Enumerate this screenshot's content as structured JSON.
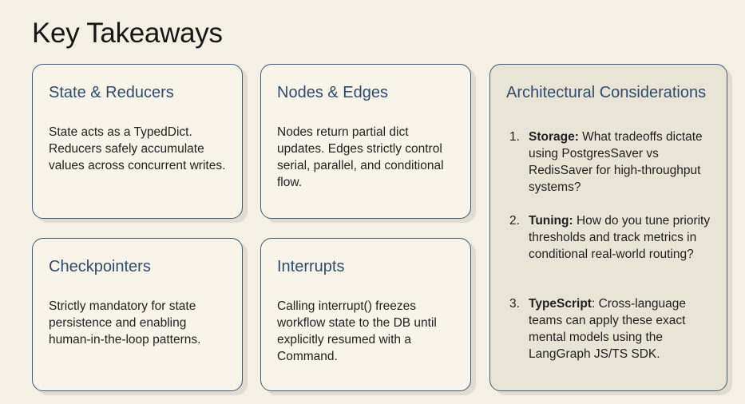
{
  "page": {
    "title": "Key Takeaways"
  },
  "cards": [
    {
      "title": "State & Reducers",
      "body": "State acts as a TypedDict. Reducers safely accumulate values across concurrent writes."
    },
    {
      "title": "Nodes & Edges",
      "body": "Nodes return partial dict updates. Edges strictly control serial, parallel, and conditional flow."
    },
    {
      "title": "Checkpointers",
      "body": "Strictly mandatory for state persistence and enabling human-in-the-loop patterns."
    },
    {
      "title": "Interrupts",
      "body": "Calling interrupt() freezes workflow state to the DB until explicitly resumed with a Command."
    }
  ],
  "architecture": {
    "title": "Architectural Considerations",
    "items": [
      {
        "number": "1.",
        "label": "Storage:",
        "text": " What tradeoffs dictate using PostgresSaver vs RedisSaver for high-throughput systems?"
      },
      {
        "number": "2.",
        "label": "Tuning:",
        "text": " How do you tune priority thresholds and track metrics in conditional real-world routing?"
      },
      {
        "number": "3.",
        "label": "TypeScript",
        "text": ": Cross-language teams can apply these exact mental models using the LangGraph JS/TS SDK."
      }
    ]
  }
}
